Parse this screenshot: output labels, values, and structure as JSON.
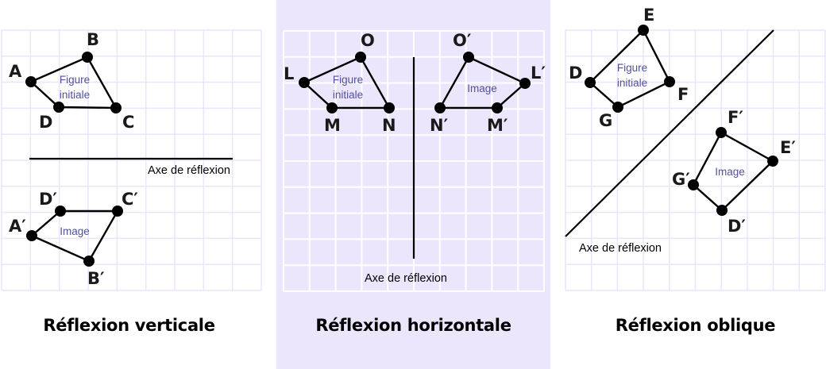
{
  "colors": {
    "highlight_panel_bg": "#ece6fd",
    "grid_on_white": "#ebe4fb",
    "grid_on_highlight": "#ffffff",
    "shape_text": "#51519c",
    "ink": "#000000"
  },
  "panels": [
    {
      "id": "vertical",
      "title": "Réflexion verticale",
      "axis_label": "Axe de réflexion",
      "highlighted": false,
      "initial": {
        "text_lines": [
          "Figure",
          "initiale"
        ],
        "points": [
          "A",
          "B",
          "C",
          "D"
        ]
      },
      "image": {
        "text_lines": [
          "Image"
        ],
        "points": [
          "A′",
          "B′",
          "C′",
          "D′"
        ]
      }
    },
    {
      "id": "horizontal",
      "title": "Réflexion horizontale",
      "axis_label": "Axe de réflexion",
      "highlighted": true,
      "initial": {
        "text_lines": [
          "Figure",
          "initiale"
        ],
        "points": [
          "L",
          "O",
          "N",
          "M"
        ]
      },
      "image": {
        "text_lines": [
          "Image"
        ],
        "points": [
          "L′",
          "O′",
          "N′",
          "M′"
        ]
      }
    },
    {
      "id": "oblique",
      "title": "Réflexion oblique",
      "axis_label": "Axe de réflexion",
      "highlighted": false,
      "initial": {
        "text_lines": [
          "Figure",
          "initiale"
        ],
        "points": [
          "D",
          "E",
          "F",
          "G"
        ]
      },
      "image": {
        "text_lines": [
          "Image"
        ],
        "points": [
          "D′",
          "E′",
          "F′",
          "G′"
        ]
      }
    }
  ]
}
